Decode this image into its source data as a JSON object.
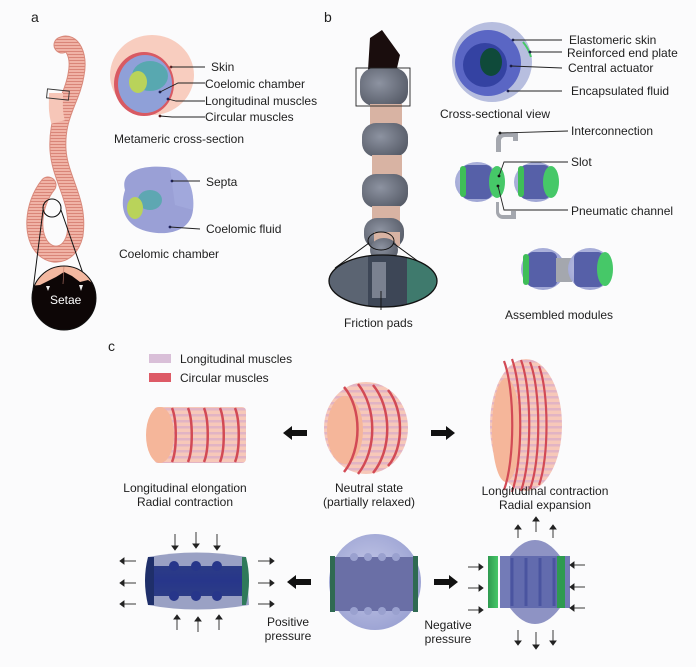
{
  "panels": {
    "a": {
      "letter": "a",
      "zoom_label": "Setae",
      "cross_section": {
        "caption": "Metameric cross-section",
        "labels": [
          "Skin",
          "Coelomic chamber",
          "Longitudinal muscles",
          "Circular muscles"
        ]
      },
      "chamber": {
        "caption": "Coelomic chamber",
        "labels": [
          "Septa",
          "Coelomic fluid"
        ]
      },
      "colors": {
        "skin": "#f6c6b4",
        "muscle_red": "#d85a63",
        "longitudinal": "#8fa0d8",
        "septa": "#9aa0d6",
        "core": "#b9d35a",
        "teal": "#4fa9a9"
      }
    },
    "b": {
      "letter": "b",
      "zoom_label": "Friction pads",
      "cross_section": {
        "caption": "Cross-sectional view",
        "labels": [
          "Elastomeric skin",
          "Reinforced  end plate",
          "Central actuator",
          "Encapsulated fluid"
        ]
      },
      "module_labels": [
        "Interconnection",
        "Slot",
        "Pneumatic channel"
      ],
      "assembled_caption": "Assembled modules",
      "colors": {
        "robot_gray": "#6f7481",
        "tip": "#1a0d0d",
        "module_blue": "#5660a8",
        "end_plate": "#3fc25a",
        "skin": "#aab1dc"
      }
    },
    "c": {
      "letter": "c",
      "legend": [
        {
          "label": "Longitudinal  muscles",
          "color": "#d9bfd8"
        },
        {
          "label": "Circular muscles",
          "color": "#dd5a66"
        }
      ],
      "states": [
        {
          "caption_lines": [
            "Longitudinal elongation",
            "Radial contraction"
          ]
        },
        {
          "caption_lines": [
            "Neutral state",
            "(partially relaxed)"
          ]
        },
        {
          "caption_lines": [
            "Longitudinal contraction",
            "Radial expansion"
          ]
        }
      ],
      "pressure_labels": {
        "positive": [
          "Positive",
          "pressure"
        ],
        "negative": [
          "Negative",
          "pressure"
        ]
      }
    }
  }
}
